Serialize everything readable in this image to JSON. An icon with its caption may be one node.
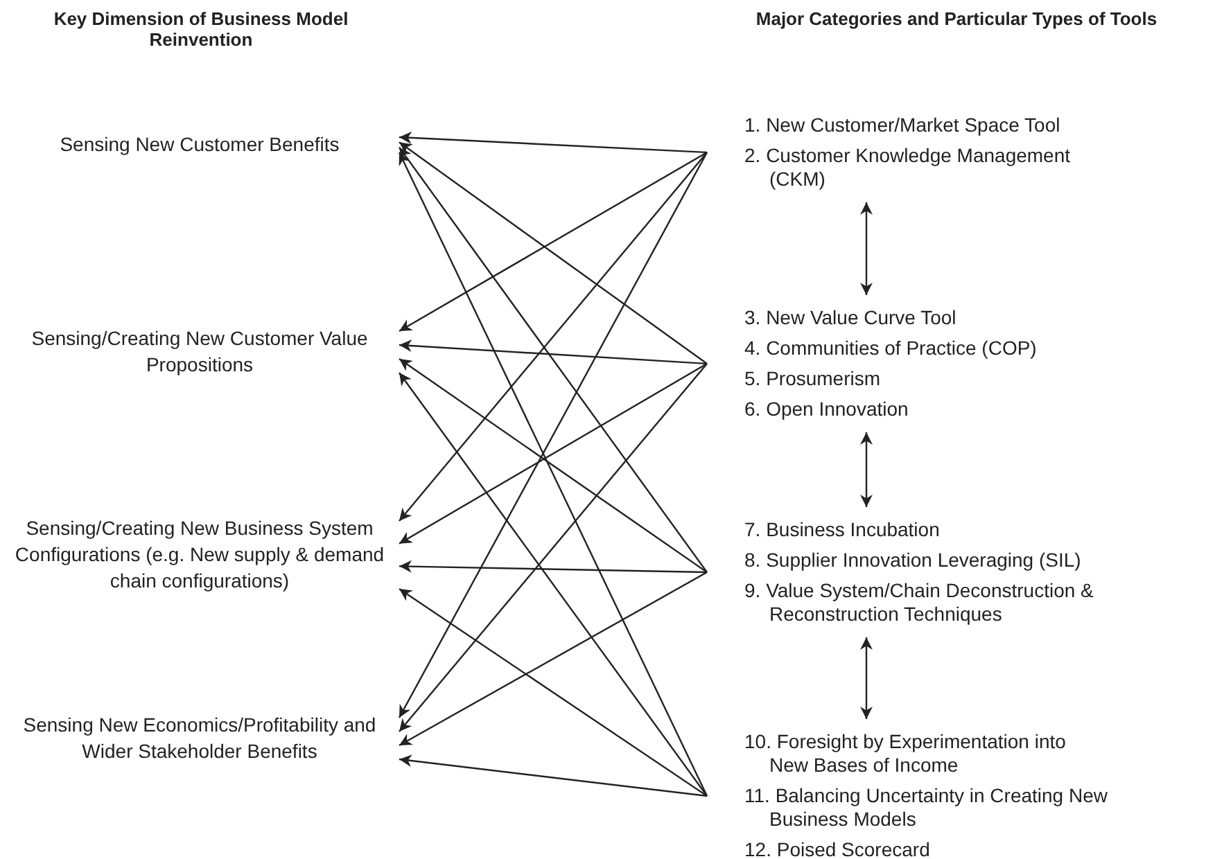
{
  "diagram": {
    "nodes": [
      {
        "text": [
          "Sensing New Customer Benefits"
        ]
      },
      {
        "text": [
          "Sensing/Creating New Customer Value Propositions"
        ]
      },
      {
        "text": [
          "Sensing/Creating New Business System Configurations (e.g. New supply & demand chain configurations)"
        ]
      },
      {
        "text": [
          "Sensing New Economics/Profitability and Wider Stakeholder Benefits"
        ]
      },
      {
        "text": [
          "1. New Customer/Market Space Tool",
          "2. Customer Knowledge Management (CKM)"
        ]
      },
      {
        "text": [
          "3. New Value Curve Tool",
          "4. Communities of Practice (COP)",
          "5. Prosumerism",
          "6. Open Innovation"
        ]
      },
      {
        "text": [
          "7. Business Incubation",
          "8. Supplier Innovation Leveraging (SIL)",
          "9. Value System/Chain Deconstruction & Reconstruction Techniques"
        ]
      },
      {
        "text": [
          "10. Foresight by Experimentation into New Bases of Income",
          "11. Balancing Uncertainty in Creating New Business Models",
          "12. Poised Scorecard"
        ]
      }
    ],
    "edges": [
      {
        "from": 4,
        "to": 0,
        "arrow": "to"
      },
      {
        "from": 4,
        "to": 1,
        "arrow": "to"
      },
      {
        "from": 4,
        "to": 2,
        "arrow": "to"
      },
      {
        "from": 4,
        "to": 3,
        "arrow": "to"
      },
      {
        "from": 5,
        "to": 0,
        "arrow": "to"
      },
      {
        "from": 5,
        "to": 1,
        "arrow": "to"
      },
      {
        "from": 5,
        "to": 2,
        "arrow": "to"
      },
      {
        "from": 5,
        "to": 3,
        "arrow": "to"
      },
      {
        "from": 6,
        "to": 0,
        "arrow": "to"
      },
      {
        "from": 6,
        "to": 1,
        "arrow": "to"
      },
      {
        "from": 6,
        "to": 2,
        "arrow": "to"
      },
      {
        "from": 6,
        "to": 3,
        "arrow": "to"
      },
      {
        "from": 7,
        "to": 0,
        "arrow": "to"
      },
      {
        "from": 7,
        "to": 1,
        "arrow": "to"
      },
      {
        "from": 7,
        "to": 2,
        "arrow": "to"
      },
      {
        "from": 7,
        "to": 3,
        "arrow": "to"
      },
      {
        "from": 4,
        "to": 5,
        "arrow": "both"
      },
      {
        "from": 5,
        "to": 6,
        "arrow": "both"
      },
      {
        "from": 6,
        "to": 7,
        "arrow": "both"
      }
    ],
    "labels": [
      "Key Dimension of Business Model Reinvention",
      "Major Categories and Particular Types of Tools"
    ]
  }
}
